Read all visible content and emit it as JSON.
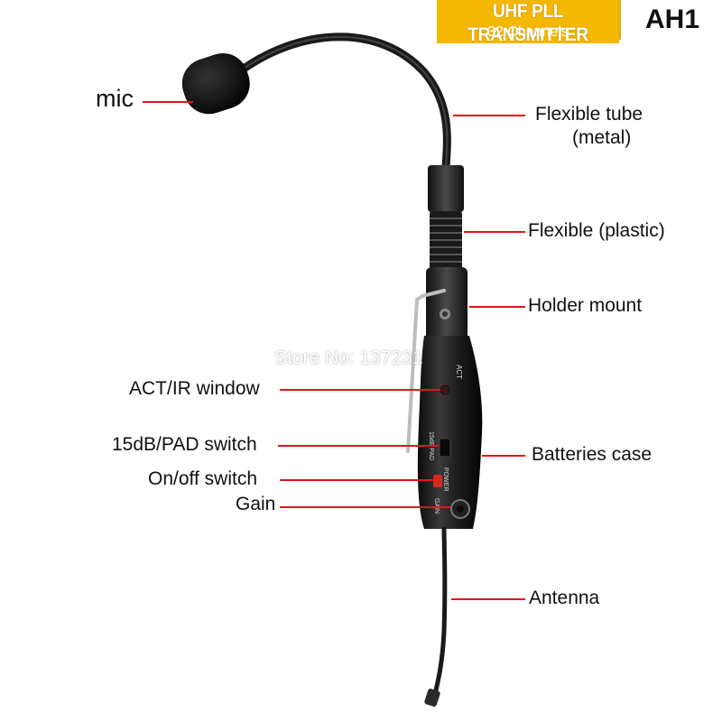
{
  "banner": {
    "title": "UHF PLL TRANSMITTER",
    "subtitle": "32 Channels",
    "model": "AH1"
  },
  "watermark": "Store No: 137231",
  "callouts": {
    "mic": "mic",
    "flexible_tube_line1": "Flexible tube",
    "flexible_tube_line2": "(metal)",
    "flexible_plastic": "Flexible (plastic)",
    "holder_mount": "Holder mount",
    "act_ir_window": "ACT/IR window",
    "pad_switch": "15dB/PAD switch",
    "on_off_switch": "On/off switch",
    "gain": "Gain",
    "batteries_case": "Batteries case",
    "antenna": "Antenna"
  },
  "body_markings": {
    "act": "ACT",
    "pad": "15dB PAD",
    "power": "POWER",
    "gain": "GAIN"
  },
  "colors": {
    "banner_yellow": "#f5b800",
    "leader_red": "#e0161b",
    "device_black": "#1b1b1b"
  }
}
